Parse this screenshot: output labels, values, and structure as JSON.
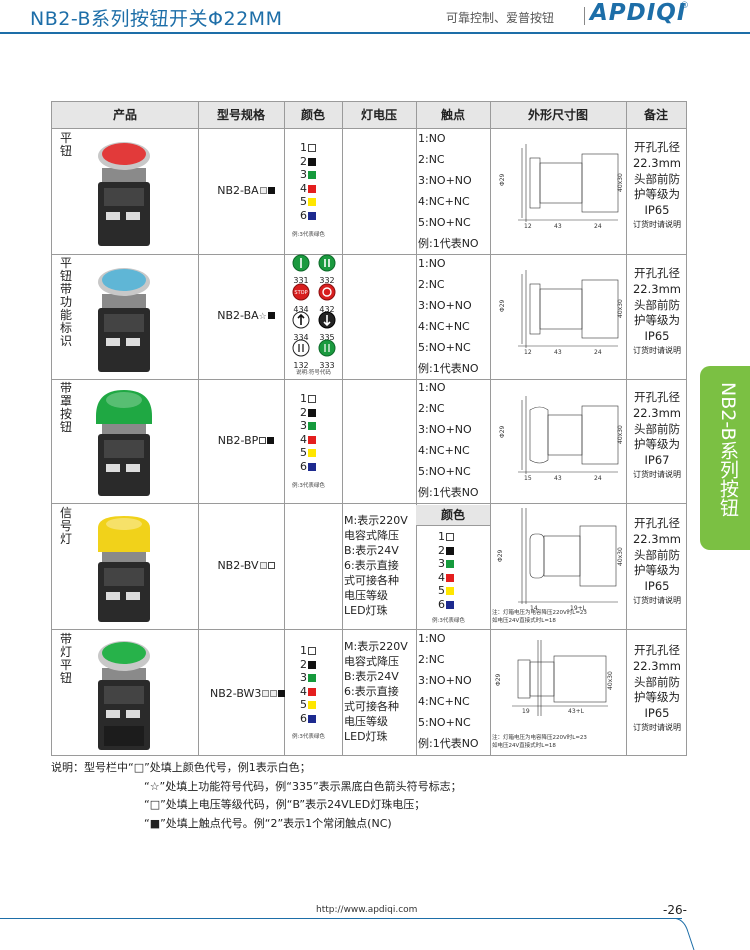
{
  "header": {
    "title": "NB2-B系列按钮开关Φ22MM",
    "slogan": "可靠控制、爱普按钮",
    "logo": "APDIQI",
    "logo_mark": "®"
  },
  "side_tab": "NB2-B系列按钮",
  "table": {
    "columns": [
      "产品",
      "型号规格",
      "颜色",
      "灯电压",
      "触点",
      "外形尺寸图",
      "备注"
    ],
    "color_legend": [
      {
        "num": "1",
        "color": "#ffffff"
      },
      {
        "num": "2",
        "color": "#111111"
      },
      {
        "num": "3",
        "color": "#159a3c"
      },
      {
        "num": "4",
        "color": "#e41e1e"
      },
      {
        "num": "5",
        "color": "#ffe600"
      },
      {
        "num": "6",
        "color": "#1d2a8f"
      }
    ],
    "color_note": "例:3代表绿色",
    "contacts": [
      "1:NO",
      "2:NC",
      "3:NO+NO",
      "4:NC+NC",
      "5:NO+NC",
      "例:1代表NO"
    ],
    "voltage_lines": [
      "M:表示220V",
      "电容式降压",
      "B:表示24V",
      "6:表示直接",
      "式可接各种",
      "电压等级",
      "LED灯珠"
    ],
    "voltage_lines_bw3": [
      "M:表示220V",
      "电容式降压",
      "B:表示24V",
      "6:表示直接",
      "式可接各种",
      "电压等级",
      "LED灯珠"
    ],
    "color_subhead": "颜色",
    "rows": [
      {
        "name": [
          "平",
          "钮"
        ],
        "model": "NB2-BA",
        "remark": [
          "开孔孔径",
          "22.3mm",
          "头部前防",
          "护等级为",
          "IP65"
        ],
        "remark_small": "订货时请说明",
        "dims": {
          "phi": "Φ29",
          "body": "40x30",
          "a": "12",
          "b": "43",
          "c": "24"
        }
      },
      {
        "name": [
          "平",
          "钮",
          "带",
          "功",
          "能",
          "标",
          "识"
        ],
        "model": "NB2-BA",
        "model_star": "☆",
        "symbols": [
          {
            "code": "331",
            "kind": "start"
          },
          {
            "code": "332",
            "kind": "pause"
          },
          {
            "code": "434",
            "kind": "stop",
            "text": "STOP"
          },
          {
            "code": "432",
            "kind": "ring"
          },
          {
            "code": "334",
            "kind": "up"
          },
          {
            "code": "335",
            "kind": "down"
          },
          {
            "code": "132",
            "kind": "bars"
          },
          {
            "code": "333",
            "kind": "bars-green"
          }
        ],
        "symbol_note": "说明:符号代码",
        "remark": [
          "开孔孔径",
          "22.3mm",
          "头部前防",
          "护等级为",
          "IP65"
        ],
        "remark_small": "订货时请说明",
        "dims": {
          "phi": "Φ29",
          "body": "40x30",
          "a": "12",
          "b": "43",
          "c": "24"
        }
      },
      {
        "name": [
          "带",
          "罩",
          "按",
          "钮"
        ],
        "model": "NB2-BP",
        "remark": [
          "开孔孔径",
          "22.3mm",
          "头部前防",
          "护等级为",
          "IP67"
        ],
        "remark_small": "订货时请说明",
        "dims": {
          "phi": "Φ29",
          "body": "40x30",
          "a": "15",
          "b": "43",
          "c": "24"
        }
      },
      {
        "name": [
          "信",
          "号",
          "灯"
        ],
        "model": "NB2-BV",
        "remark": [
          "开孔孔径",
          "22.3mm",
          "头部前防",
          "护等级为",
          "IP65"
        ],
        "remark_small": "订货时请说明",
        "dims": {
          "phi": "Φ29",
          "body": "40x30",
          "a": "14",
          "b": "19+L"
        },
        "dim_note": [
          "注：灯箱电压为电容降压220V时L=23",
          "如电压24V直接式时L=18"
        ]
      },
      {
        "name": [
          "带",
          "灯",
          "平",
          "钮"
        ],
        "model": "NB2-BW3",
        "remark": [
          "开孔孔径",
          "22.3mm",
          "头部前防",
          "护等级为",
          "IP65"
        ],
        "remark_small": "订货时请说明",
        "dims": {
          "phi": "Φ29",
          "body": "40x30",
          "a": "19",
          "b": "43+L"
        },
        "dim_note": [
          "注：灯箱电压为电容降压220V时L=23",
          "如电压24V直接式时L=18"
        ]
      }
    ]
  },
  "notes": {
    "lead": "说明：型号栏中",
    "lines": [
      "“□”处填上颜色代号，例1表示白色；",
      "“☆”处填上功能符号代码，例“335”表示黑底白色箭头符号标志；",
      "“□”处填上电压等级代码，例“B”表示24VLED灯珠电压；",
      "“■”处填上触点代号。例“2”表示1个常闭触点(NC)"
    ]
  },
  "footer": {
    "url": "http://www.apdiqi.com",
    "page": "-26-"
  },
  "photo_colors": {
    "flat_red": "#e23a3a",
    "flat_blue": "#5fb6d6",
    "shroud_green": "#1fa843",
    "pilot_yellow": "#f1d21a",
    "lit_green": "#27b24a"
  }
}
